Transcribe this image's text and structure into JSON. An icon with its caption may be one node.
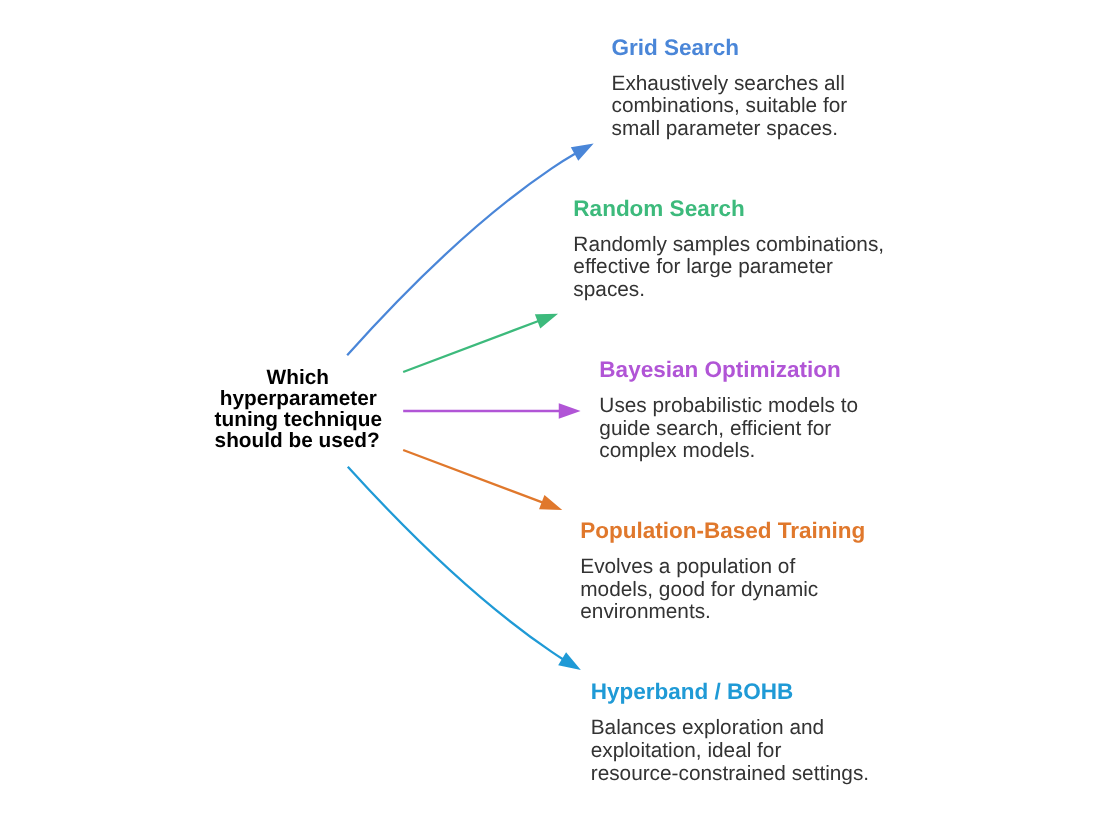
{
  "diagram": {
    "nodes": [
      {
        "text": [
          "Which hyperparameter tuning technique should be used?"
        ]
      },
      {
        "text": [
          "Grid Search",
          "Exhaustively searches all combinations, suitable for small parameter spaces."
        ]
      },
      {
        "text": [
          "Random Search",
          "Randomly samples combinations, effective for large parameter spaces."
        ]
      },
      {
        "text": [
          "Bayesian Optimization",
          "Uses probabilistic models to guide search, efficient for complex models."
        ]
      },
      {
        "text": [
          "Population-Based Training",
          "Evolves a population of models, good for dynamic environments."
        ]
      },
      {
        "text": [
          "Hyperband / BOHB",
          "Balances exploration and exploitation, ideal for resource-constrained settings."
        ]
      }
    ],
    "edges": [
      {
        "from": 0,
        "to": 1,
        "arrow": "to",
        "color": "#4a86d8"
      },
      {
        "from": 0,
        "to": 2,
        "arrow": "to",
        "color": "#3dba7c"
      },
      {
        "from": 0,
        "to": 3,
        "arrow": "to",
        "color": "#b155d6"
      },
      {
        "from": 0,
        "to": 4,
        "arrow": "to",
        "color": "#e0782c"
      },
      {
        "from": 0,
        "to": 5,
        "arrow": "to",
        "color": "#1f9ad6"
      }
    ]
  }
}
